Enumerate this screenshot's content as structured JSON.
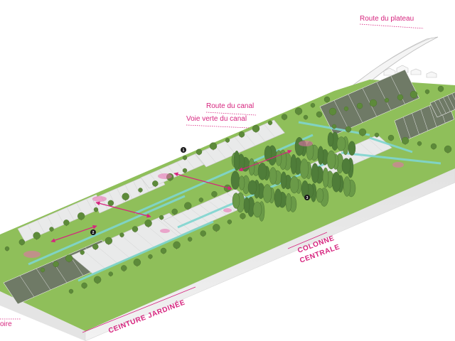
{
  "labels": {
    "route_plateau": "Route du plateau",
    "route_canal": "Route du canal",
    "voie_verte": "Voie verte du canal",
    "colonne_1": "COLONNE",
    "colonne_2": "CENTRALE",
    "ceinture": "CEINTURE JARDINÉE",
    "partial_left": "oire"
  },
  "markers": [
    "1",
    "2",
    "3"
  ],
  "colors": {
    "accent": "#d6247e",
    "grass": "#8fbf5a",
    "greenhouse": "#e9eaea",
    "crop_field": "#6f7a66",
    "water": "#7fd6d0",
    "base": "#ededed"
  },
  "icons": [
    "tree-icon",
    "greenhouse-icon",
    "arrow-icon",
    "marker-icon"
  ]
}
